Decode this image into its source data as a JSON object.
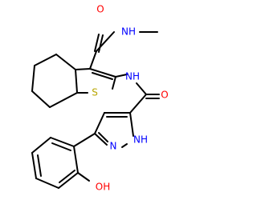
{
  "labels": {
    "o_amide_top": "O",
    "nh_methyl": "NH",
    "nh_link": "NH",
    "s_thiophene": "S",
    "o_amide_mid": "O",
    "n_pyrazole": "N",
    "nh_pyrazole": "NH",
    "oh": "OH"
  },
  "colors": {
    "bond": "#000000",
    "oxygen": "#ff0000",
    "nitrogen": "#0000ff",
    "sulfur": "#b8a600",
    "background": "#ffffff"
  }
}
